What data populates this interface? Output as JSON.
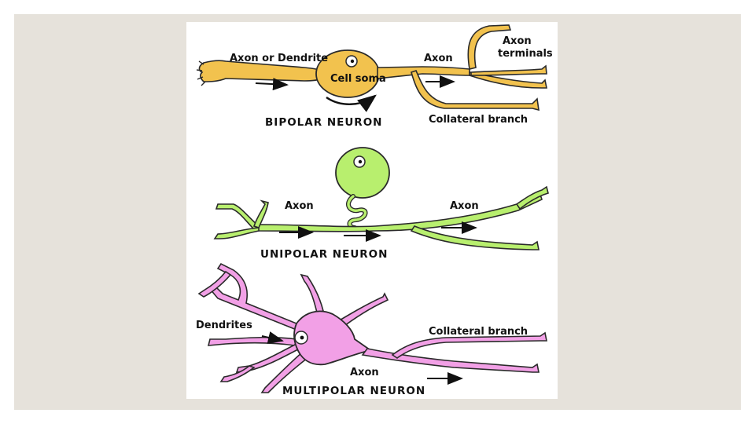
{
  "colors": {
    "slide_background": "#e6e2db",
    "figure_background": "#ffffff",
    "bipolar_fill": "#f2c24e",
    "unipolar_fill": "#b8ef6e",
    "multipolar_fill": "#f2a0e6",
    "outline": "#2a2a2a"
  },
  "bipolar": {
    "title": "BIPOLAR NEURON",
    "label_axon_or_dendrite": "Axon or Dendrite",
    "label_cell_soma": "Cell soma",
    "label_axon": "Axon",
    "label_axon_terminals_1": "Axon",
    "label_axon_terminals_2": "terminals",
    "label_collateral": "Collateral branch"
  },
  "unipolar": {
    "title": "UNIPOLAR NEURON",
    "label_axon_left": "Axon",
    "label_axon_right": "Axon"
  },
  "multipolar": {
    "title": "MULTIPOLAR NEURON",
    "label_dendrites": "Dendrites",
    "label_collateral": "Collateral branch",
    "label_axon": "Axon"
  }
}
